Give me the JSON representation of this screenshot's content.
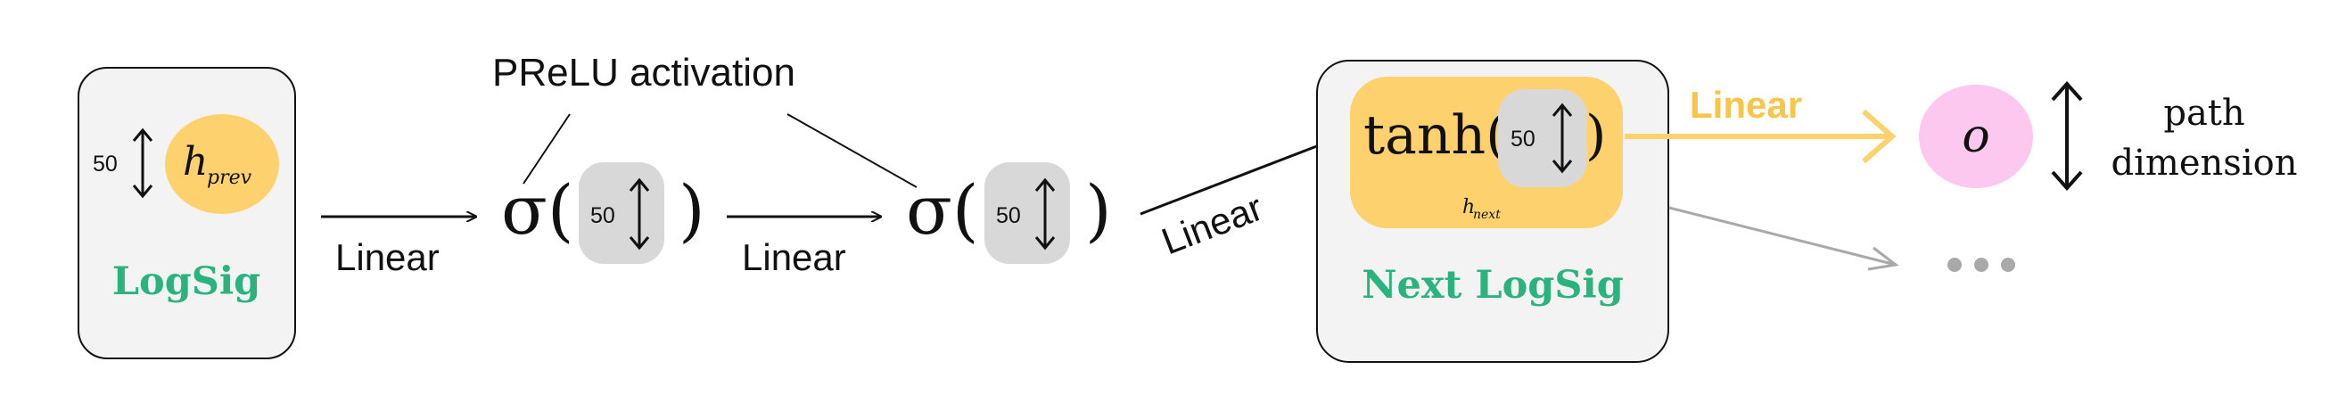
{
  "logsig_box": {
    "label": "LogSig",
    "dim": "50",
    "h_main": "h",
    "h_sub": "prev"
  },
  "sigma1": {
    "sigma": "σ(",
    "close": ")",
    "dim": "50"
  },
  "sigma2": {
    "sigma": "σ(",
    "close": ")",
    "dim": "50"
  },
  "prelu_label": "PReLU activation",
  "edge_labels": {
    "linear1": "Linear",
    "linear2": "Linear",
    "linear3": "Linear",
    "linear4": "Linear"
  },
  "next_box": {
    "label": "Next LogSig",
    "tanh": "tanh(",
    "close": ")",
    "dim": "50",
    "h_main": "h",
    "h_sub": "next"
  },
  "output": {
    "symbol": "o",
    "label_line1": "path",
    "label_line2": "dimension"
  },
  "ellipsis": "•••",
  "colors": {
    "green": "#2bb37e",
    "yellow": "#fdd26e",
    "yellow_text": "#f7c54a",
    "gray_box": "#d8d8d8",
    "panel": "#f3f3f3",
    "pink": "#fcc8ef",
    "arrow_gray": "#a9a9a9"
  }
}
